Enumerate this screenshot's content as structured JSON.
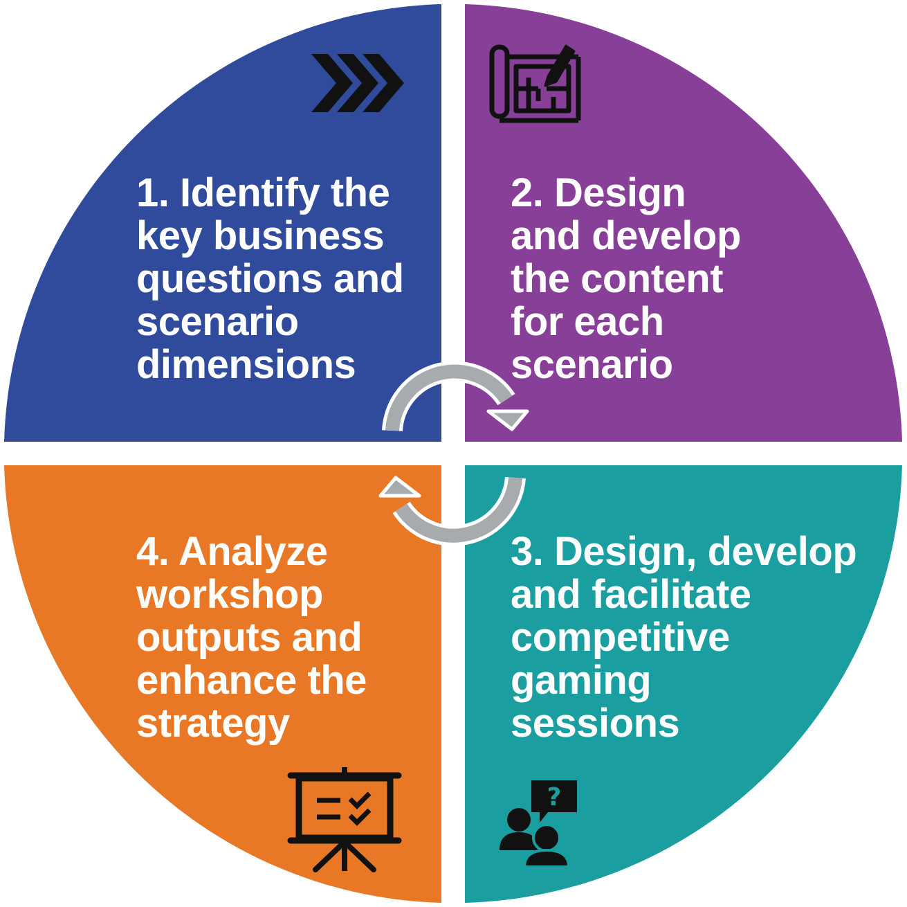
{
  "diagram": {
    "type": "cycle",
    "quadrants": [
      {
        "id": "q1",
        "color": "#304a9c",
        "icon": "triple-chevron-icon",
        "lines": [
          "1. Identify the",
          "key business",
          "questions and",
          "scenario",
          "dimensions"
        ]
      },
      {
        "id": "q2",
        "color": "#873f98",
        "icon": "blueprint-pencil-icon",
        "lines": [
          "2. Design",
          "and develop",
          "the content",
          "for each",
          "scenario"
        ]
      },
      {
        "id": "q3",
        "color": "#1a9ea0",
        "icon": "people-question-icon",
        "lines": [
          "3. Design, develop",
          "and facilitate",
          "competitive",
          "gaming",
          "sessions"
        ]
      },
      {
        "id": "q4",
        "color": "#e87825",
        "icon": "presentation-board-icon",
        "lines": [
          "4. Analyze",
          "workshop",
          "outputs and",
          "enhance the",
          "strategy"
        ]
      }
    ],
    "arrows": [
      {
        "name": "cycle-arrow-top",
        "icon": "curved-arrow-icon",
        "color": "#a8abae"
      },
      {
        "name": "cycle-arrow-bottom",
        "icon": "curved-arrow-icon",
        "color": "#a8abae"
      }
    ],
    "icon_color": "#111111",
    "gap_color": "#ffffff"
  }
}
